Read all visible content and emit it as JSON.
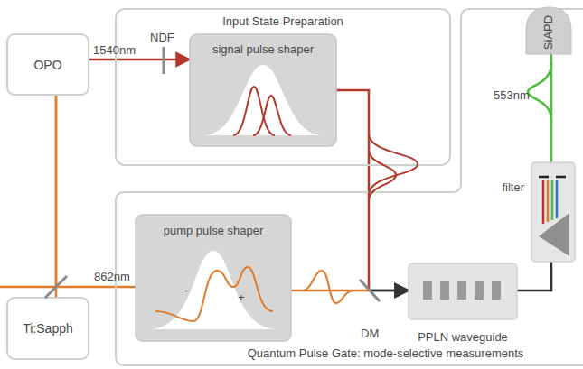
{
  "diagram": {
    "nodes": [
      {
        "text": [
          "OPO"
        ]
      },
      {
        "text": [
          "Input State Preparation"
        ]
      },
      {
        "text": [
          "signal pulse shaper"
        ],
        "in": 1
      },
      {
        "text": [
          "Ti:Sapph"
        ]
      },
      {
        "text": [
          "Quantum Pulse Gate: mode-selective measurements"
        ]
      },
      {
        "text": [
          "pump pulse shaper"
        ],
        "in": 4
      },
      {
        "text": [
          "PPLN waveguide"
        ],
        "in": 4
      },
      {
        "text": [
          "filter"
        ],
        "in": 4
      },
      {
        "text": [
          "SiAPD"
        ],
        "in": 4
      }
    ],
    "edges": [
      {
        "from": 0,
        "to": 2,
        "label": "1540nm",
        "arrow": "to"
      },
      {
        "from": 0,
        "to": 5,
        "label": "862nm",
        "arrow": "none"
      },
      {
        "from": 3,
        "to": 0,
        "arrow": "none"
      },
      {
        "from": 2,
        "to": 6,
        "arrow": "to"
      },
      {
        "from": 5,
        "to": 6,
        "arrow": "to"
      },
      {
        "from": 6,
        "to": 7,
        "arrow": "none"
      },
      {
        "from": 7,
        "to": 8,
        "label": "553nm",
        "arrow": "none"
      }
    ],
    "labels": [
      "NDF",
      "DM",
      "-",
      "+"
    ]
  }
}
